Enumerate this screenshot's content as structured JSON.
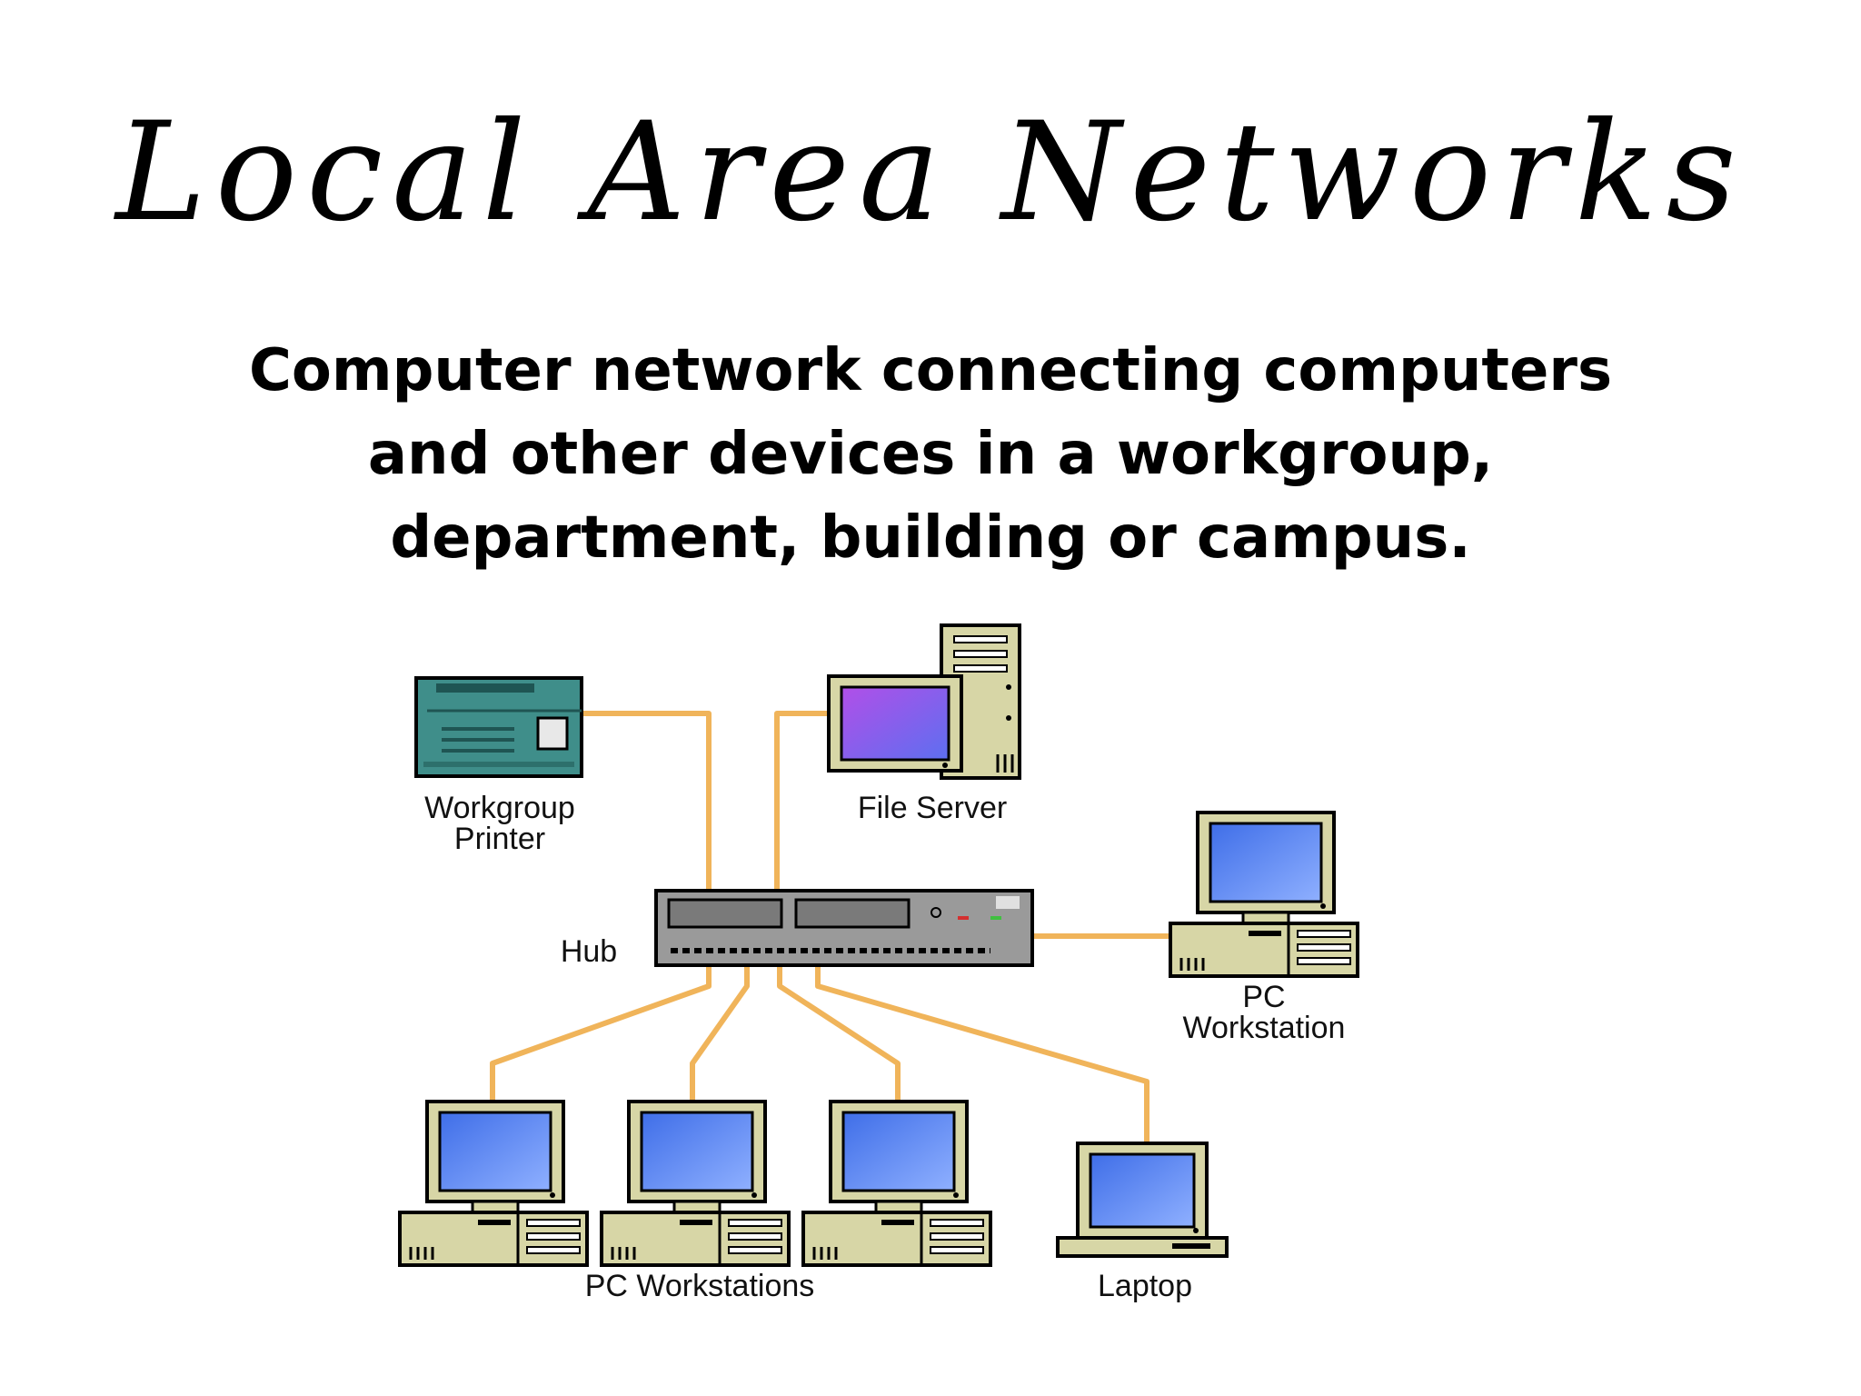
{
  "title": "Local Area Networks",
  "subtitle": [
    "Computer network connecting computers",
    "and other devices in a workgroup,",
    "department, building or campus."
  ],
  "labels": {
    "printer": [
      "Workgroup",
      "Printer"
    ],
    "file_server": "File Server",
    "hub": "Hub",
    "pc_workstation": [
      "PC",
      "Workstation"
    ],
    "pc_workstations": "PC Workstations",
    "laptop": "Laptop"
  },
  "colors": {
    "cable": "#f0b45a",
    "screen": "#4f7bf0",
    "server_screen": "#9b5ff0",
    "beige": "#d7d6a6",
    "printer": "#3f8e8a",
    "hub": "#9a9a9a"
  }
}
